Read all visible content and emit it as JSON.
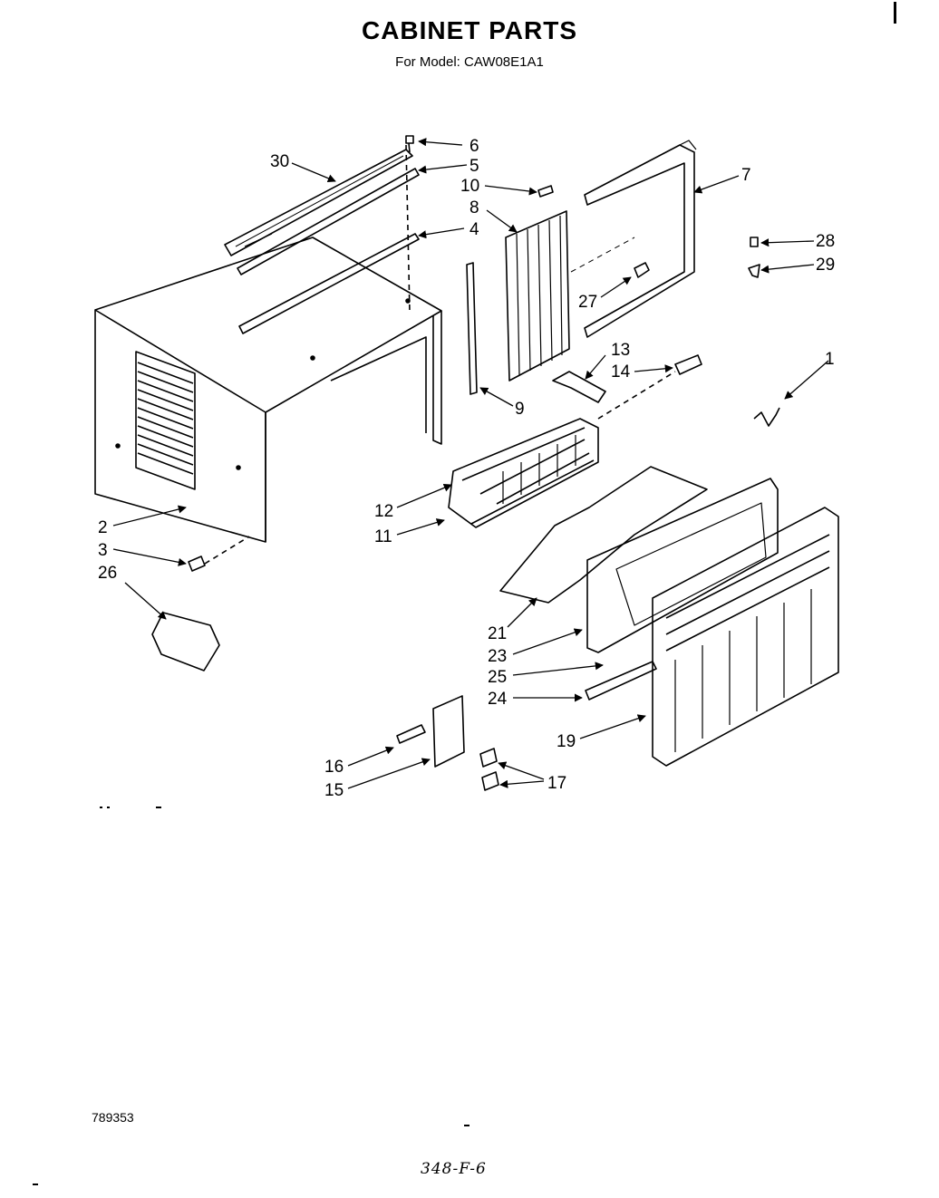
{
  "header": {
    "title": "CABINET PARTS",
    "subtitle": "For Model: CAW08E1A1"
  },
  "callouts": [
    "1",
    "2",
    "3",
    "4",
    "5",
    "6",
    "7",
    "8",
    "9",
    "10",
    "11",
    "12",
    "13",
    "14",
    "15",
    "16",
    "17",
    "19",
    "21",
    "23",
    "24",
    "25",
    "26",
    "27",
    "28",
    "29",
    "30"
  ],
  "footer": {
    "doc_number": "789353",
    "handwritten_note": "348-F-6"
  }
}
